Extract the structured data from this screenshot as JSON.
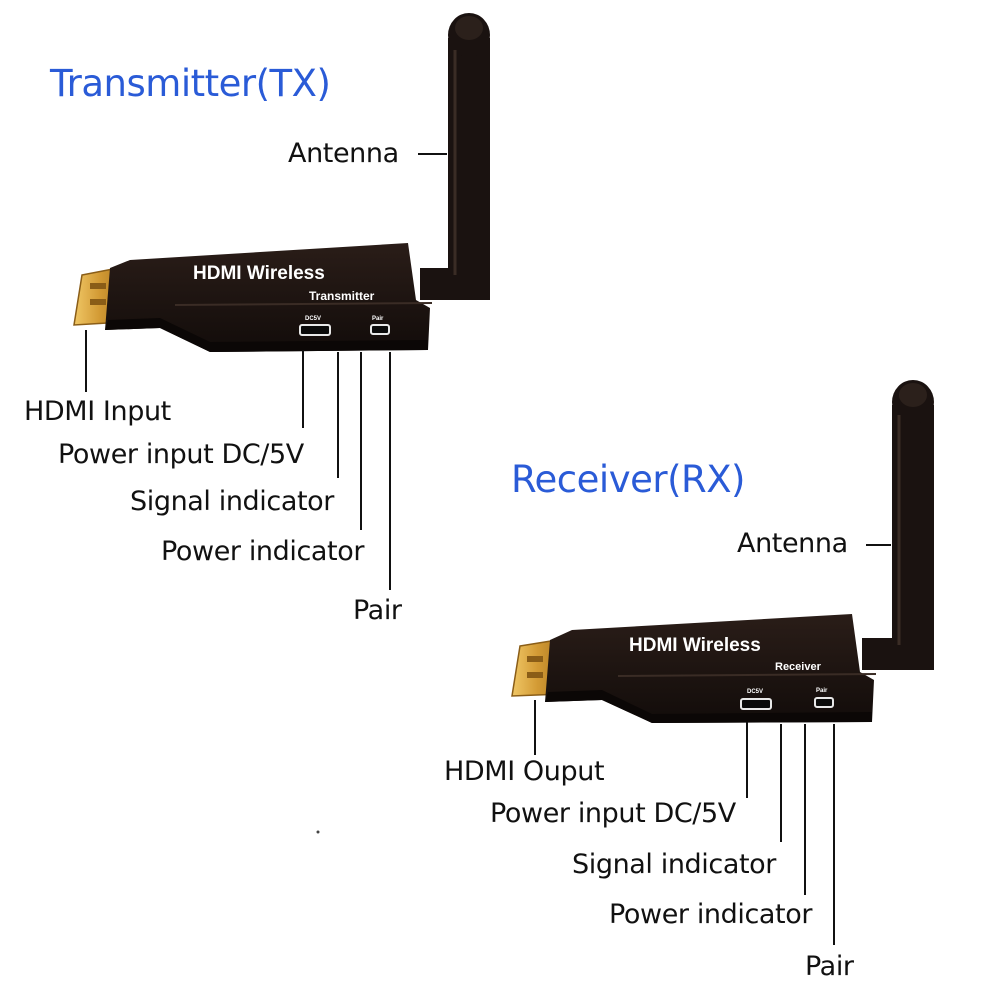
{
  "transmitter": {
    "title": "Transmitter(TX)",
    "device_name": "HDMI Wireless",
    "device_sub": "Transmitter",
    "port_dc": "DC5V",
    "port_pair": "Pair",
    "labels": {
      "antenna": "Antenna",
      "hdmi": "HDMI Input",
      "power_input": "Power input DC/5V",
      "signal": "Signal indicator",
      "power_indicator": "Power indicator",
      "pair": "Pair"
    }
  },
  "receiver": {
    "title": "Receiver(RX)",
    "device_name": "HDMI Wireless",
    "device_sub": "Receiver",
    "port_dc": "DC5V",
    "port_pair": "Pair",
    "labels": {
      "antenna": "Antenna",
      "hdmi": "HDMI Ouput",
      "power_input": "Power input DC/5V",
      "signal": "Signal indicator",
      "power_indicator": "Power indicator",
      "pair": "Pair"
    }
  },
  "colors": {
    "title": "#2a5bd7",
    "device_body": "#1a1210",
    "hdmi_plug": "#d9a640"
  }
}
